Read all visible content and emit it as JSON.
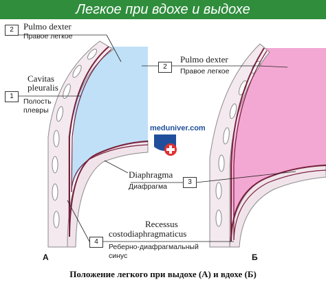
{
  "header": {
    "title": "Легкое при вдохе и выдохе"
  },
  "labels": [
    {
      "id": "2A",
      "number": "2",
      "latin": "Pulmo dexter",
      "russian": "Правое легкое"
    },
    {
      "id": "1",
      "number": "1",
      "latin": "Cavitas pleuralis",
      "latin_line1": "Cavitas",
      "latin_line2": "pleuralis",
      "russian": "Полость плевры",
      "russian_line1": "Полость",
      "russian_line2": "плевры"
    },
    {
      "id": "2B",
      "number": "2",
      "latin": "Pulmo dexter",
      "russian": "Правое легкое"
    },
    {
      "id": "3",
      "number": "3",
      "latin": "Diaphragma",
      "russian": "Диафрагма"
    },
    {
      "id": "4",
      "number": "4",
      "latin": "Recessus costodiaphragmaticus",
      "latin_line1": "Recessus",
      "latin_line2": "costodiaphragmaticus",
      "russian": "Реберно-диафрагмальный синус",
      "russian_line1": "Реберно-диафрагмальный",
      "russian_line2": "синус"
    }
  ],
  "panels": {
    "a": "А",
    "b": "Б"
  },
  "caption": "Положение легкого при выдохе (А) и вдохе (Б)",
  "watermark": "meduniver.com",
  "colors": {
    "header": "#2f8d3c",
    "lung_expiration": "#bfe0f7",
    "lung_inspiration": "#f3a8d3",
    "wall": "#f0e6ea",
    "pleura_line": "#7a1f3d"
  }
}
